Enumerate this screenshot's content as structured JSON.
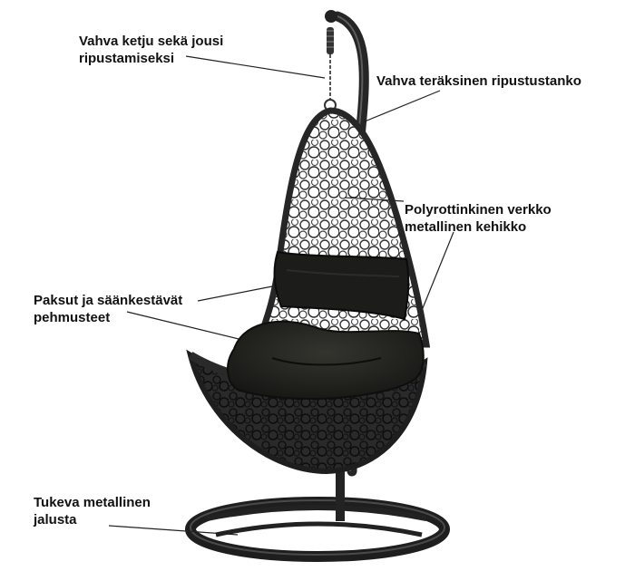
{
  "colors": {
    "frame": "#2b2b2b",
    "frame_highlight": "#5a5a5a",
    "cushion": "#1f1f1d",
    "cushion_shade": "#2e2e2b",
    "wicker": "#3a3a3a",
    "leader": "#222222",
    "text": "#111111"
  },
  "icons": [
    "hanging-egg-chair-illustration"
  ],
  "callouts": {
    "chain": {
      "line1": "Vahva ketju sekä jousi",
      "line2": "ripustamiseksi"
    },
    "stand_pole": {
      "line1": "Vahva teräksinen ripustustanko"
    },
    "mesh": {
      "line1": "Polyrottinkinen verkko",
      "line2": "metallinen kehikko"
    },
    "cushions": {
      "line1": "Paksut ja säänkestävät",
      "line2": "pehmusteet"
    },
    "base": {
      "line1": "Tukeva metallinen",
      "line2": "jalusta"
    }
  }
}
